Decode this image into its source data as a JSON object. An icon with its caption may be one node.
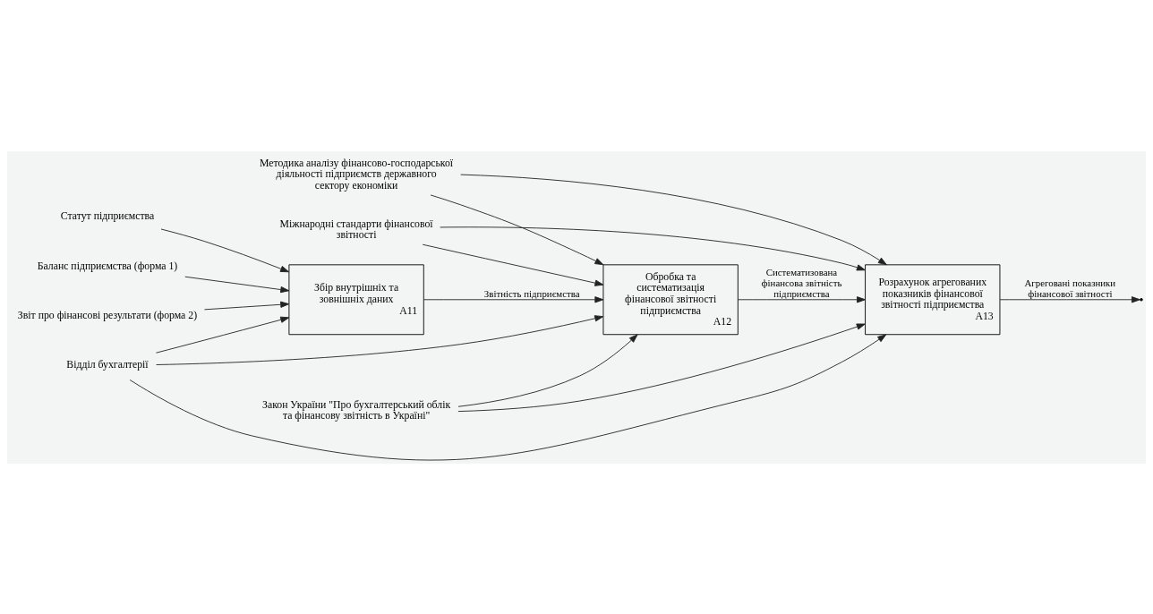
{
  "diagram": {
    "nodes": [
      {
        "text": [
          "Статут підприємства"
        ]
      },
      {
        "text": [
          "Міжнародні стандарти фінансової звітності"
        ]
      },
      {
        "text": [
          "Методика аналізу фінансово-господарської діяльності підприємств державного сектору економіки"
        ]
      },
      {
        "text": [
          "Закон України \"Про бухгалтерський облік та фінансову звітність в Україні\""
        ]
      },
      {
        "text": [
          "Баланс підприємства (форма 1)"
        ]
      },
      {
        "text": [
          "Звіт про фінансові результати (форма 2)"
        ]
      },
      {
        "text": [
          "Збір внутрішніх та зовнішніх даних",
          "A11"
        ]
      },
      {
        "text": [
          "Обробка та систематизація фінансової звітності підприємства",
          "A12"
        ]
      },
      {
        "text": [
          "Розрахунок агрегованих показників фінансової звітності підприємства",
          "A13"
        ]
      },
      {
        "text": [
          "Відділ бухгалтерії"
        ]
      }
    ],
    "edges": [
      {
        "from": 0,
        "to": 6,
        "arrow": "to"
      },
      {
        "from": 4,
        "to": 6,
        "arrow": "to"
      },
      {
        "from": 5,
        "to": 6,
        "arrow": "to"
      },
      {
        "from": 1,
        "to": 7,
        "arrow": "to"
      },
      {
        "from": 1,
        "to": 8,
        "arrow": "to"
      },
      {
        "from": 3,
        "to": 7,
        "arrow": "to"
      },
      {
        "from": 3,
        "to": 8,
        "arrow": "to"
      },
      {
        "from": 2,
        "to": 7,
        "arrow": "to"
      },
      {
        "from": 2,
        "to": 8,
        "arrow": "to"
      },
      {
        "from": 6,
        "to": 7,
        "arrow": "to",
        "label": "Звітність підприємства"
      },
      {
        "from": 7,
        "to": 8,
        "arrow": "to",
        "label": "Систематизована фінансова звітність підприємства"
      },
      {
        "from": 8,
        "to": null,
        "arrow": "to",
        "label": "Агреговані показники фінансової звітності"
      },
      {
        "from": 9,
        "to": 6,
        "arrow": "to"
      },
      {
        "from": 9,
        "to": 7,
        "arrow": "to"
      },
      {
        "from": 9,
        "to": 8,
        "arrow": "to"
      }
    ]
  }
}
